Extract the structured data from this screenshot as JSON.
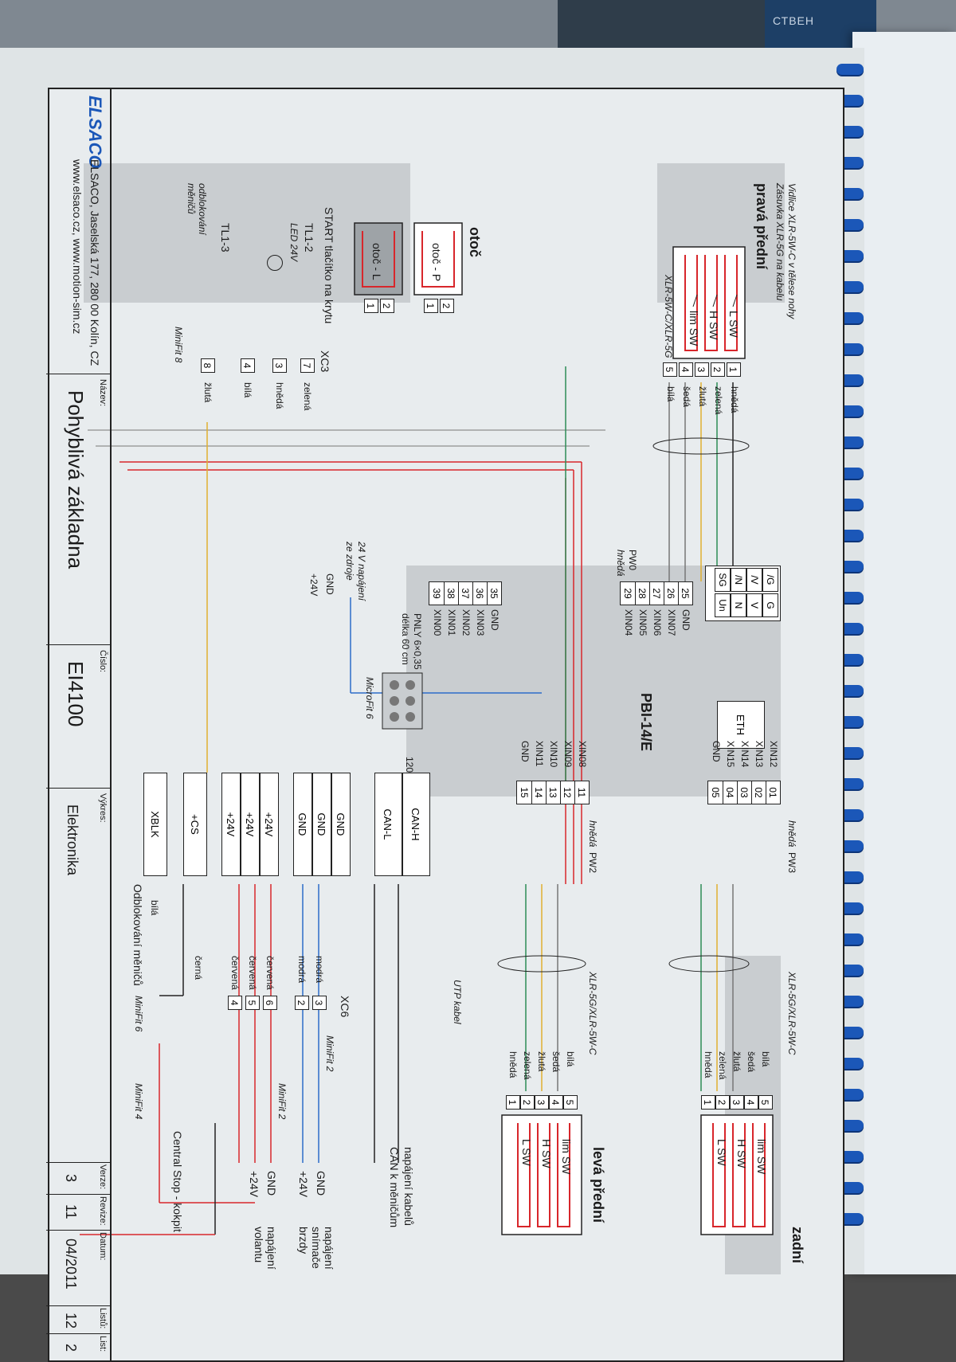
{
  "background": {
    "spine_text": "СТВЕН"
  },
  "title_block": {
    "company_line": "ELSACO, Jaselská 177, 280 00 Kolín, CZ",
    "web_line": "www.elsaco.cz, www.motion-sim.cz",
    "logo_text": "ELSACO",
    "name_label": "Název:",
    "name_value": "Pohyblivá základna",
    "number_label": "Číslo:",
    "number_value": "EI4100",
    "drawing_label": "Výkres:",
    "drawing_value": "Elektronika",
    "version_label": "Verze:",
    "version_value": "3",
    "revision_label": "Revize:",
    "revision_value": "11",
    "date_label": "Datum:",
    "date_value": "04/2011",
    "sheets_label": "Listů:",
    "sheets_value": "12",
    "sheet_label": "List:",
    "sheet_value": "2"
  },
  "sections": {
    "prava_predni": {
      "title": "pravá přední",
      "note1": "Vidlice XLR-5W-C v tělese nohy",
      "note2": "Zásuvka XLR-5G na kabelu",
      "connector": "XLR-5W-C/XLR-5G",
      "switches": [
        "L SW",
        "H SW",
        "lim SW"
      ],
      "pins": [
        "1",
        "2",
        "3",
        "4",
        "5"
      ],
      "wires": [
        "hnědá",
        "zelená",
        "žlutá",
        "šedá",
        "bílá"
      ]
    },
    "otoc": {
      "title": "otoč",
      "p_label": "otoč - P",
      "l_label": "otoč - L",
      "pins": [
        "2",
        "1"
      ]
    },
    "start": {
      "title": "START tlačítko na krytu",
      "tl12": "TL1-2",
      "led": "LED 24V",
      "tl13": "TL1-3",
      "unlock1": "odblokování",
      "unlock2": "měničů",
      "xc3": "XC3",
      "pins": [
        "7",
        "3",
        "4",
        "8"
      ],
      "wires": [
        "zelená",
        "hnědá",
        "bílá",
        "žlutá"
      ],
      "minifit": "MiniFit 8"
    },
    "pbi": {
      "title": "PBI-14/E",
      "eth": "ETH",
      "top_conn": [
        "/G",
        "G",
        "/V",
        "V",
        "/N",
        "N",
        "SG",
        "Un"
      ],
      "left_pins": [
        "25",
        "26",
        "27",
        "28",
        "29"
      ],
      "left_names": [
        "GND",
        "XIN07",
        "XIN06",
        "XIN05",
        "XIN04"
      ],
      "left2_pins": [
        "35",
        "36",
        "37",
        "38",
        "39"
      ],
      "left2_names": [
        "GND",
        "XIN03",
        "XIN02",
        "XIN01",
        "XIN00"
      ],
      "right_pins": [
        "01",
        "02",
        "03",
        "04",
        "05"
      ],
      "right_names": [
        "XIN12",
        "XIN13",
        "XIN14",
        "XIN15",
        "GND"
      ],
      "right2_pins": [
        "11",
        "12",
        "13",
        "14",
        "15"
      ],
      "right2_names": [
        "XIN08",
        "XIN09",
        "XIN10",
        "XIN11",
        "GND"
      ],
      "pw0": "PW0",
      "pw2": "PW2",
      "pw3": "PW3",
      "hneda": "hnědá",
      "pnly": "PNLY 6×0,35",
      "delka": "délka 60 cm",
      "microfit": "MicroFit 6",
      "supply1": "24 V napájení",
      "supply2": "ze zdroje",
      "gnd": "GND",
      "v24": "+24V"
    },
    "bus": {
      "can_h": "CAN-H",
      "can_l": "CAN-L",
      "r120": "120",
      "gnd": "GND",
      "v24": "+24V",
      "cs": "+CS",
      "xblk": "XBLK"
    },
    "right_side": {
      "utp": "UTP kabel",
      "can_note1": "napájení kabelů",
      "can_note2": "CAN k měničům",
      "xc6": "XC6",
      "xc6_pins": [
        "3",
        "2",
        "6",
        "5",
        "4"
      ],
      "xc6_wires": [
        "modrá",
        "modrá",
        "červená",
        "červená",
        "červená"
      ],
      "minifit2a": "MiniFit 2",
      "minifit2b": "MiniFit 2",
      "brake1": "napájení",
      "brake2": "snímače",
      "brake3": "brzdy",
      "wheel1": "napájení",
      "wheel2": "volantu",
      "gnd": "GND",
      "v24": "+24V",
      "unlock": "Odblokování měničů",
      "bila": "bílá",
      "cerna": "černá",
      "minifit6": "MiniFit 6",
      "minifit4": "MiniFit 4",
      "central_stop": "Central Stop - kokpit"
    },
    "zadni": {
      "title": "zadní",
      "connector": "XLR-5G/XLR-5W-C",
      "switches": [
        "lim SW",
        "H SW",
        "L SW"
      ],
      "pins": [
        "5",
        "4",
        "3",
        "2",
        "1"
      ],
      "wires": [
        "bílá",
        "šedá",
        "žlutá",
        "zelená",
        "hnědá"
      ]
    },
    "leva_predni": {
      "title": "levá přední",
      "connector": "XLR-5G/XLR-5W-C",
      "switches": [
        "lim SW",
        "H SW",
        "L SW"
      ],
      "pins": [
        "5",
        "4",
        "3",
        "2",
        "1"
      ],
      "wires": [
        "bílá",
        "šedá",
        "žlutá",
        "zelená",
        "hnědá"
      ]
    }
  },
  "colors": {
    "red": "#d8262b",
    "blue": "#2c6cc9",
    "green": "#2e8b57",
    "yellow": "#e0b030",
    "gray": "#777777",
    "dark": "#222222"
  }
}
